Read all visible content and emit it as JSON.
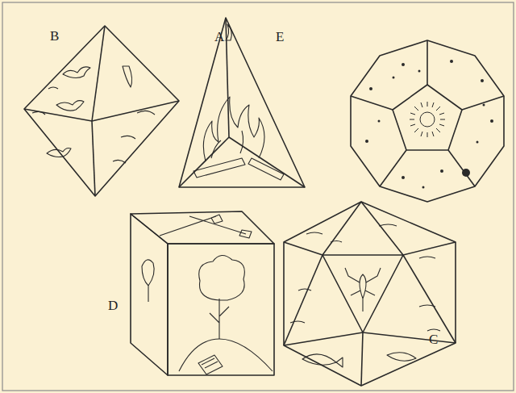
{
  "diagram": {
    "labels": [
      "B",
      "A",
      "E",
      "D",
      "C"
    ]
  }
}
